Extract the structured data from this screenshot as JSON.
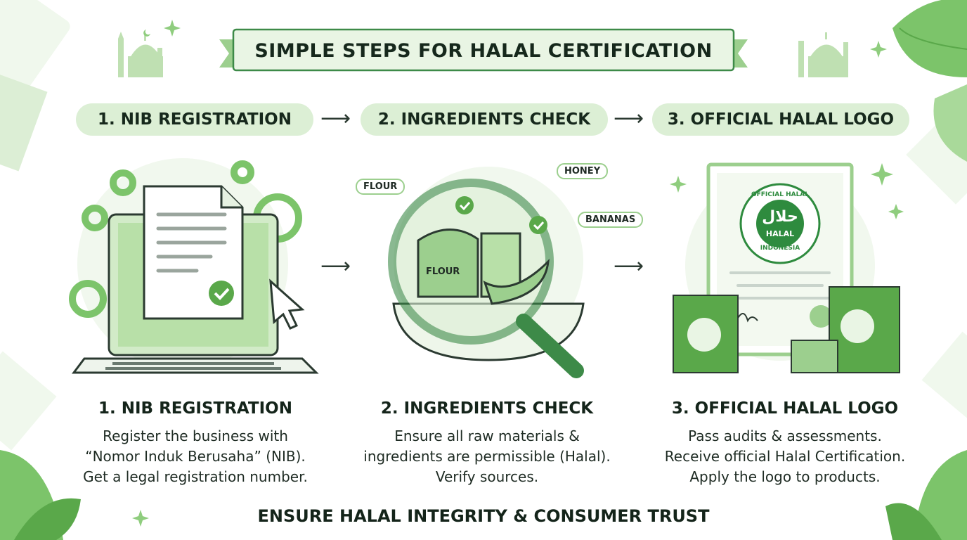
{
  "title": "SIMPLE STEPS FOR HALAL CERTIFICATION",
  "flow": [
    {
      "label": "1. NIB REGISTRATION"
    },
    {
      "label": "2. INGREDIENTS CHECK"
    },
    {
      "label": "3. OFFICIAL HALAL LOGO"
    }
  ],
  "steps": [
    {
      "title": "1. NIB REGISTRATION",
      "lines": [
        "Register the business with",
        "“Nomor Induk Berusaha” (NIB).",
        "Get a legal registration number."
      ]
    },
    {
      "title": "2. INGREDIENTS CHECK",
      "lines": [
        "Ensure all raw materials &",
        "ingredients are permissible (Halal).",
        "Verify sources."
      ]
    },
    {
      "title": "3. OFFICIAL HALAL LOGO",
      "lines": [
        "Pass audits & assessments.",
        "Receive official Halal Certification.",
        "Apply the logo to products."
      ]
    }
  ],
  "ingredient_tags": {
    "flour": "FLOUR",
    "honey": "HONEY",
    "bananas": "BANANAS",
    "sack": "FLOUR"
  },
  "seal": {
    "arabic": "حلال",
    "top": "OFFICIAL HALAL",
    "word": "HALAL",
    "bottom": "INDONESIA"
  },
  "footer": "ENSURE HALAL INTEGRITY & CONSUMER TRUST",
  "colors": {
    "accent": "#2e8b3e",
    "light": "#dcefd5",
    "mid": "#9ccf8e",
    "dark": "#14241a"
  }
}
